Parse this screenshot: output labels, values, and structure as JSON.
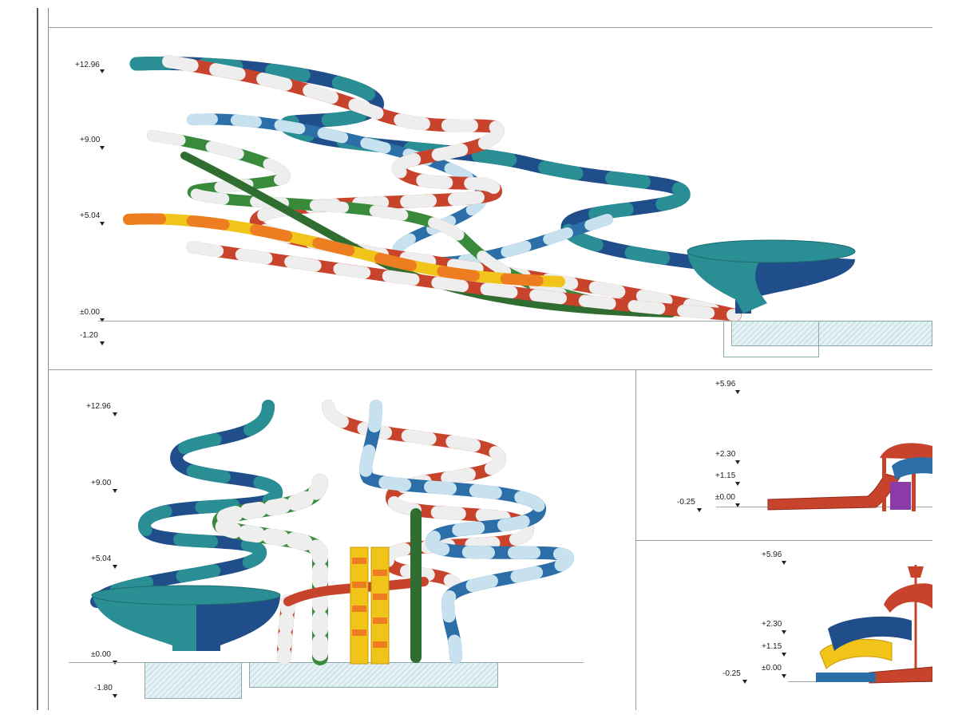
{
  "colors": {
    "navy": "#1f4e8a",
    "teal": "#2a8f94",
    "light_blue": "#9ec9e3",
    "red": "#c8432c",
    "white": "#eeeeee",
    "green": "#3a8a3c",
    "yellow": "#f0c419",
    "orange": "#ee7d22",
    "purple": "#8b3ba8"
  },
  "panels": {
    "top_elevation": {
      "levels": [
        "+12.96",
        "+9.00",
        "+5.04",
        "±0.00",
        "-1.20"
      ]
    },
    "front_elevation": {
      "levels": [
        "+12.96",
        "+9.00",
        "+5.04",
        "±0.00",
        "-1.80"
      ]
    },
    "kids_side_a": {
      "levels": [
        "+5.96",
        "+2.30",
        "+1.15",
        "±0.00",
        "-0.25"
      ]
    },
    "kids_side_b": {
      "levels": [
        "+5.96",
        "+2.30",
        "+1.15",
        "±0.00",
        "-0.25"
      ]
    }
  }
}
